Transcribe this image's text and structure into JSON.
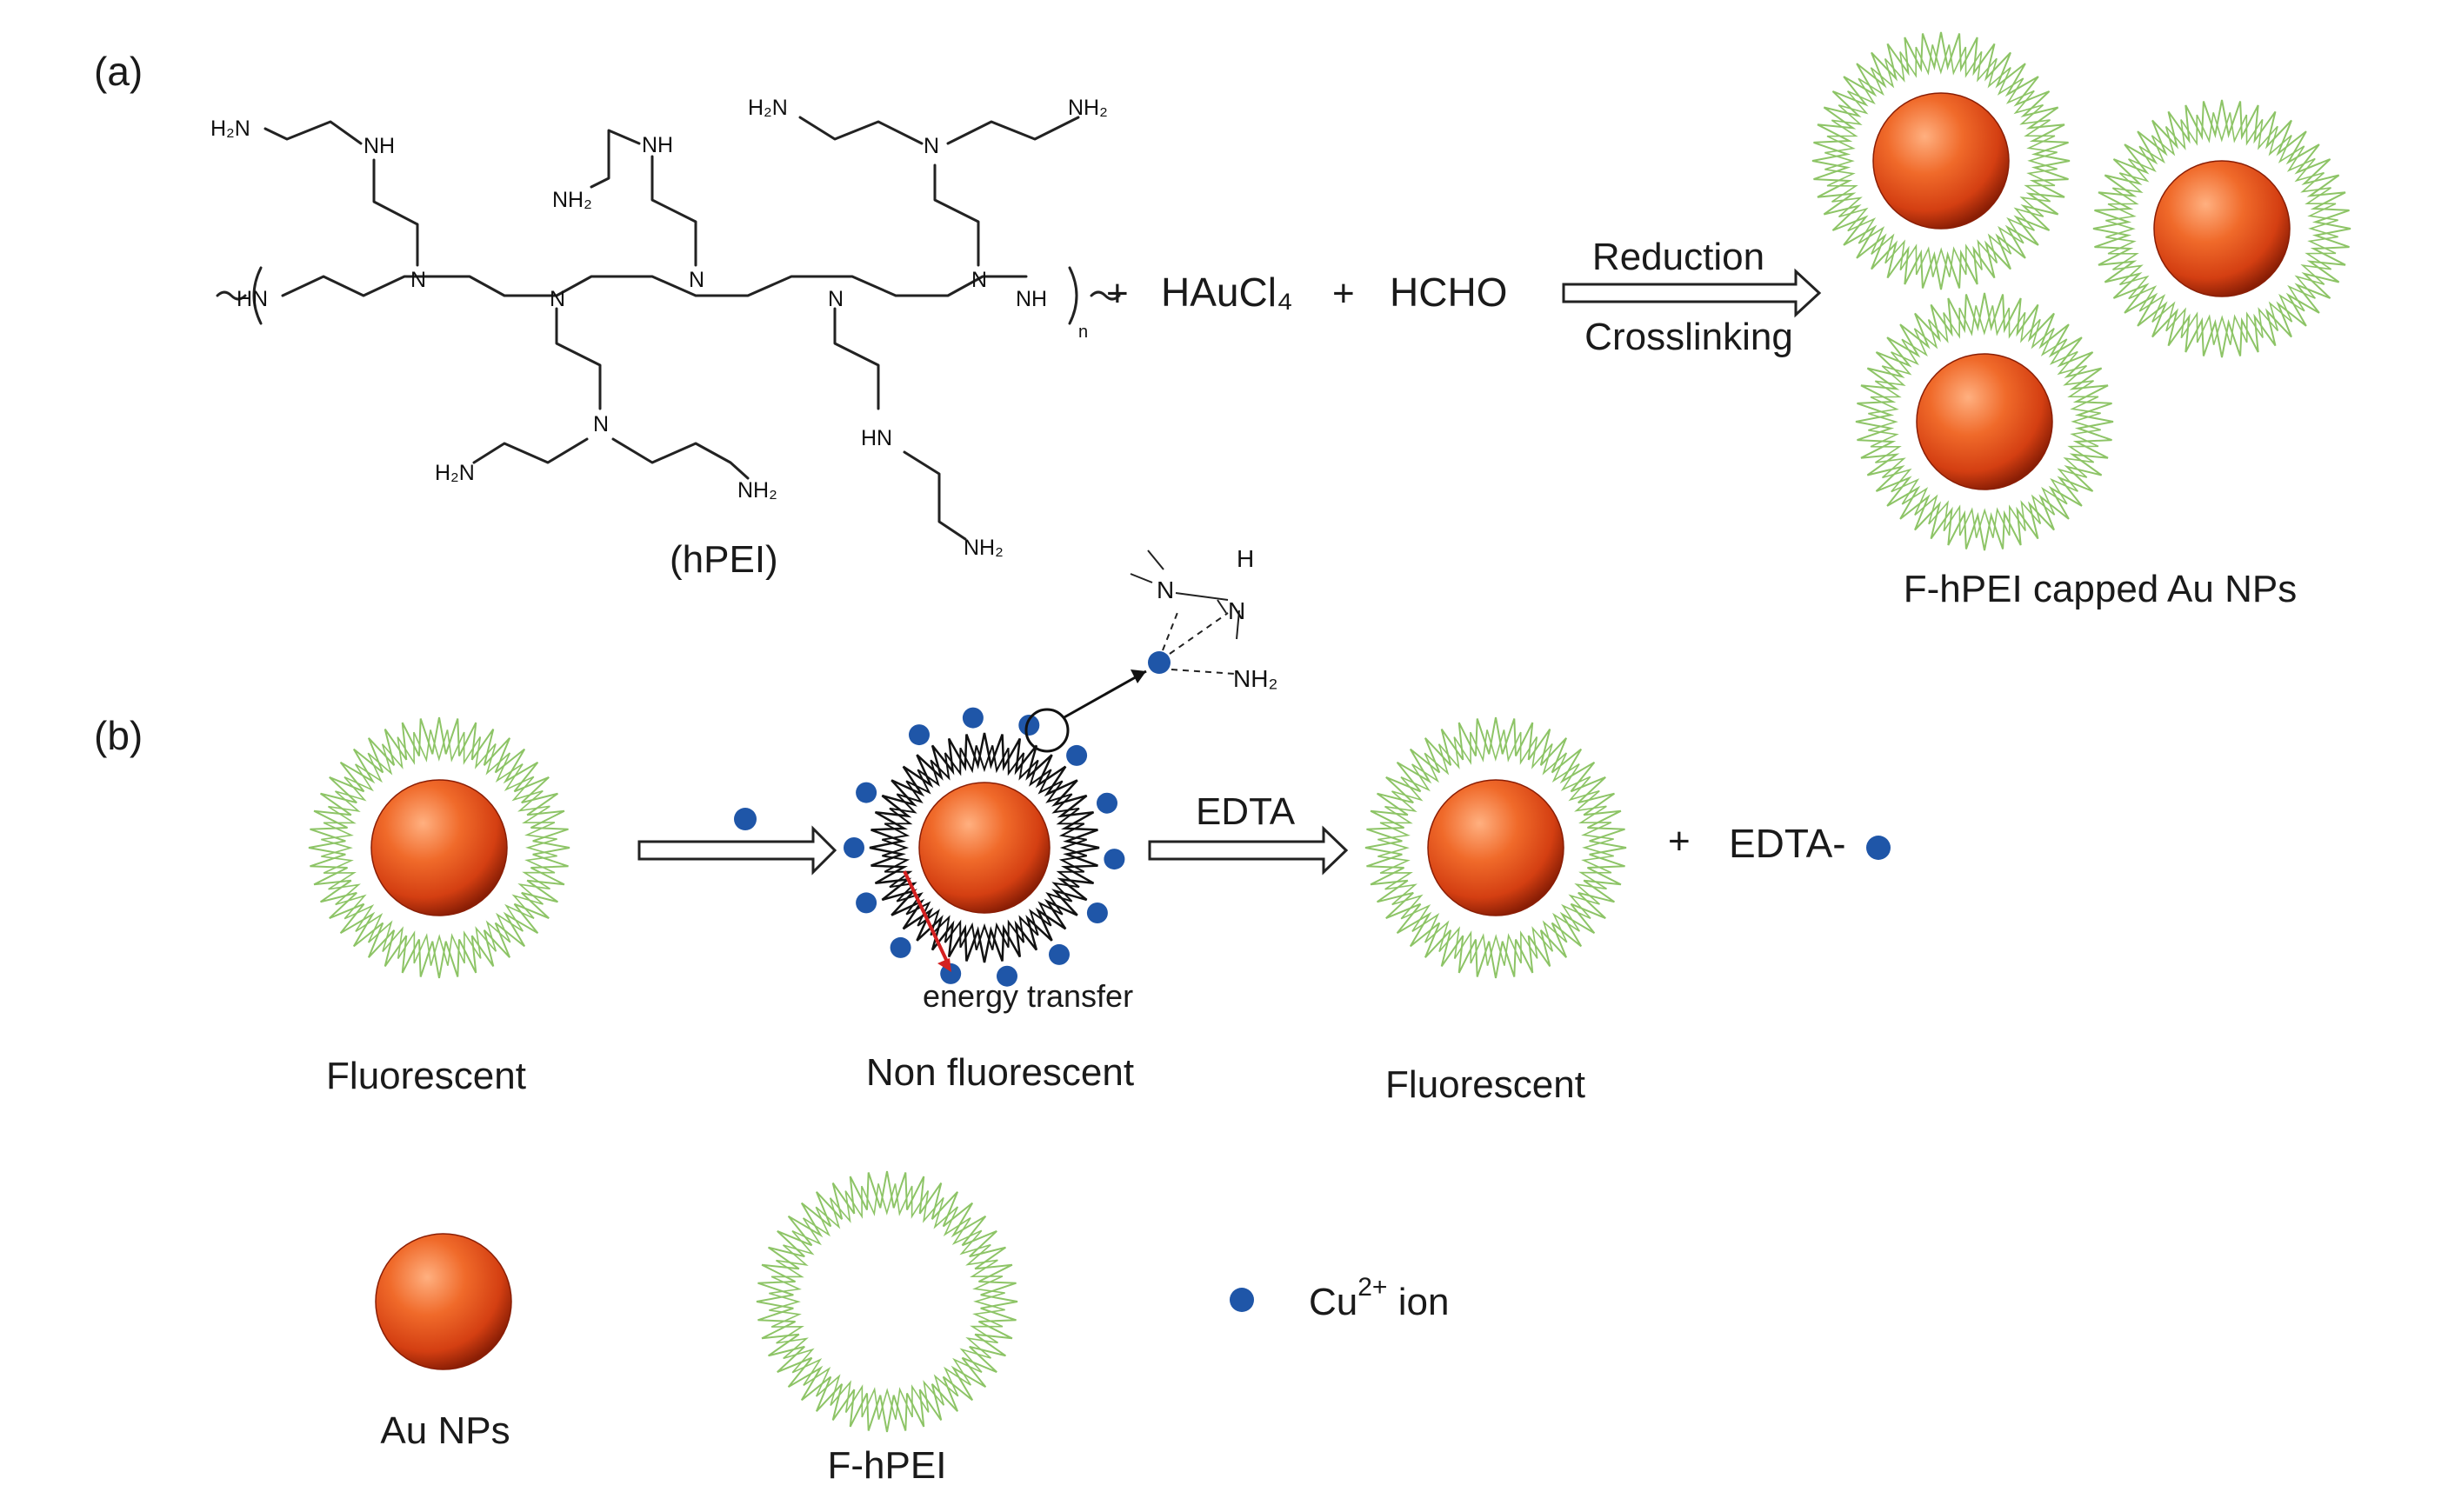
{
  "panel_a": {
    "label": "(a)",
    "polymer_caption": "(hPEI)",
    "atoms": {
      "h2n": "H₂N",
      "nh": "NH",
      "nh2": "NH₂",
      "n": "N",
      "hn": "HN",
      "sub_n": "n"
    },
    "reagents": {
      "plus": "+",
      "haucl4": "HAuCl₄",
      "hcho": "HCHO"
    },
    "arrow_top": "Reduction",
    "arrow_bottom": "Crosslinking",
    "product_caption": "F-hPEI capped Au NPs"
  },
  "panel_b": {
    "label": "(b)",
    "stage1": "Fluorescent",
    "stage2": "Non fluorescent",
    "stage3": "Fluorescent",
    "energy_transfer": "energy transfer",
    "edta_arrow": "EDTA",
    "plus": "+",
    "edta_complex": "EDTA-",
    "binding_atoms": {
      "n": "N",
      "h": "H",
      "nh2": "NH₂"
    }
  },
  "legend": {
    "au": "Au NPs",
    "fhpei": "F-hPEI",
    "cu": "Cu",
    "cu_charge": "2+",
    "cu_suffix": " ion"
  },
  "colors": {
    "au_core": "#e8501f",
    "au_highlight": "#ffb080",
    "au_shadow": "#8a1e05",
    "shell": "#8dc466",
    "cu": "#1f56a8",
    "energy_arrow": "#d42020",
    "dark_shell": "#111111"
  }
}
